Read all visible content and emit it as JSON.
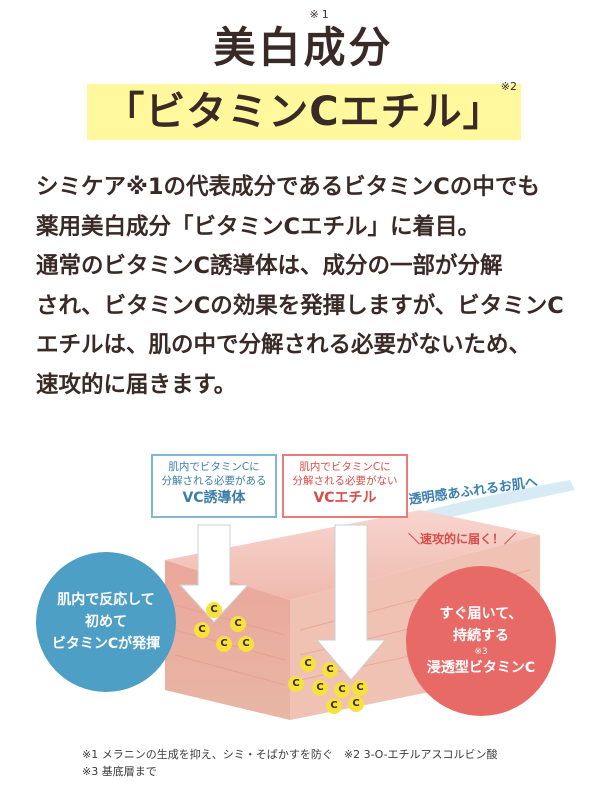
{
  "title": {
    "line1": "美白成分",
    "line1_note": "※1",
    "line2": "「ビタミンCエチル」",
    "line2_note": "※2"
  },
  "body": {
    "lines": [
      "シミケア※1の代表成分であるビタミンCの中でも",
      "薬用美白成分「ビタミンCエチル」に着目。",
      "通常のビタミンC誘導体は、成分の一部が分解",
      "され、ビタミンCの効果を発揮しますが、ビタミンC",
      "エチルは、肌の中で分解される必要がないため、",
      "速攻的に届きます。"
    ]
  },
  "illustration": {
    "label_left": {
      "line1": "肌内でビタミンCに",
      "line2": "分解される必要がある",
      "main": "VC誘導体"
    },
    "label_right": {
      "line1": "肌内でビタミンCに",
      "line2": "分解される必要がない",
      "main": "VCエチル"
    },
    "tagline1": "透明感あふれるお肌へ",
    "tagline2": "＼速攻的に届く！／",
    "circle_left": [
      "肌内で反応して",
      "初めて",
      "ビタミンCが発揮"
    ],
    "circle_right": [
      "すぐ届いて、",
      "持続する",
      "浸透型ビタミンC"
    ],
    "circle_right_note": "※3",
    "particle_letter": "C",
    "colors": {
      "blue": "#4e9fc6",
      "red": "#e86a67",
      "yellow": "#f7e23c",
      "highlight": "#fff89c"
    }
  },
  "footnotes": {
    "line1": "※1 メラニンの生成を抑え、シミ・そばかすを防ぐ　※2 3-O-エチルアスコルビン酸",
    "line2": "※3 基底層まで"
  }
}
